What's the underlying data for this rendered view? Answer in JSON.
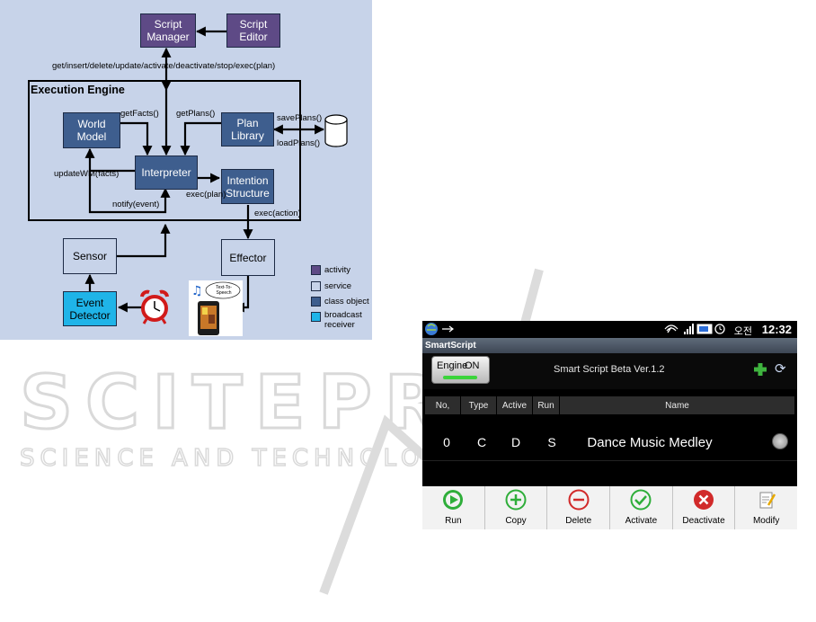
{
  "diagram": {
    "nodes": {
      "script_manager": "Script\nManager",
      "script_editor": "Script\nEditor",
      "world_model": "World\nModel",
      "plan_library": "Plan\nLibrary",
      "interpreter": "Interpreter",
      "intention_structure": "Intention\nStructure",
      "sensor": "Sensor",
      "effector": "Effector",
      "event_detector": "Event\nDetector"
    },
    "engine_title": "Execution Engine",
    "edge_labels": {
      "manager_api": "get/insert/delete/update/activate/deactivate/stop/exec(plan)",
      "get_facts": "getFacts()",
      "get_plans": "getPlans()",
      "save_plans": "savePlans()",
      "load_plans": "loadPlans()",
      "update_wm": "updateWM(facts)",
      "exec_plan": "exec(plan)",
      "notify": "notify(event)",
      "exec_action": "exec(action)"
    },
    "legend": [
      {
        "label": "activity",
        "color": "#5e4a86"
      },
      {
        "label": "service",
        "color": "#c7d3e9"
      },
      {
        "label": "class object",
        "color": "#3e5e8e"
      },
      {
        "label": "broadcast\nreceiver",
        "color": "#1fb4e8"
      }
    ],
    "tts_bubble": "Text-To-Speech"
  },
  "watermark": {
    "line1": "SCITEPRESS",
    "line2": "SCIENCE AND TECHNOLOGY PUBLICATIONS"
  },
  "app": {
    "status": {
      "ampm": "오전",
      "time": "12:32"
    },
    "title": "SmartScript",
    "engine_toggle": {
      "label": "Engine",
      "state": "ON"
    },
    "version": "Smart Script Beta Ver.1.2",
    "columns": [
      "No,",
      "Type",
      "Active",
      "Run",
      "Name"
    ],
    "rows": [
      {
        "no": "0",
        "type": "C",
        "active": "D",
        "run": "S",
        "name": "Dance Music Medley"
      }
    ],
    "actions": [
      "Run",
      "Copy",
      "Delete",
      "Activate",
      "Deactivate",
      "Modify"
    ],
    "icons": [
      "play-icon",
      "plus-circle-icon",
      "minus-circle-icon",
      "check-icon",
      "x-circle-icon",
      "edit-note-icon"
    ]
  }
}
